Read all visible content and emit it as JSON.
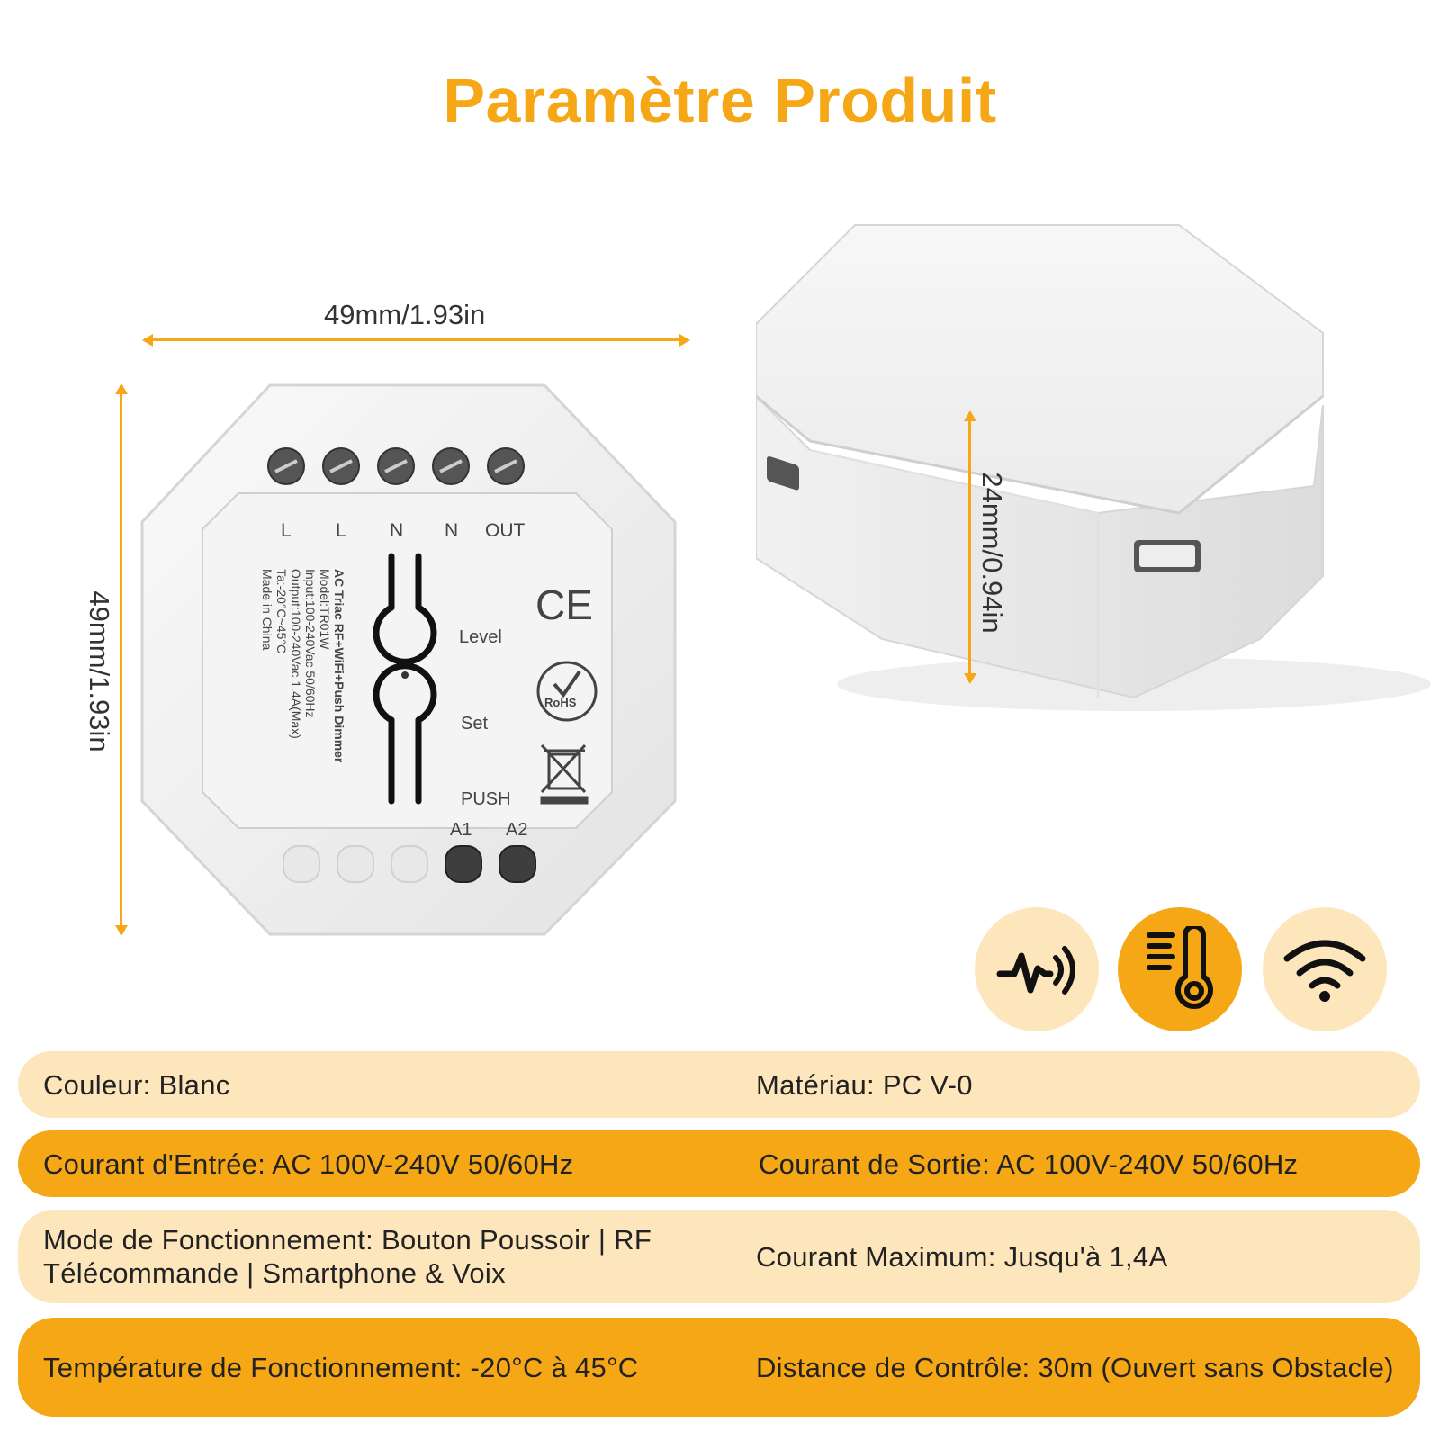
{
  "title": "Paramètre Produit",
  "dimensions": {
    "width": "49mm/1.93in",
    "height": "49mm/1.93in",
    "depth": "24mm/0.94in"
  },
  "device_face": {
    "terminals_top": [
      "L",
      "L",
      "N",
      "N",
      "OUT"
    ],
    "terminals_bottom": [
      "A1",
      "A2"
    ],
    "button_labels": [
      "Level",
      "Set",
      "PUSH"
    ],
    "ce_mark": "CE",
    "rohs_mark": "RoHS",
    "info_lines": [
      "AC Triac RF+WiFi+Push Dimmer",
      "Model:TR01W",
      "Input:100-240Vac 50/60Hz",
      "Output:100-240Vac 1.4A(Max)",
      "Ta:-20°C~45°C",
      "Made in China"
    ]
  },
  "icons": [
    {
      "name": "signal-wave-icon",
      "active": false
    },
    {
      "name": "thermometer-icon",
      "active": true
    },
    {
      "name": "wifi-icon",
      "active": false
    }
  ],
  "colors": {
    "accent": "#f6a715",
    "accent_light": "#fde6bc"
  },
  "specs": [
    {
      "left": "Couleur: Blanc",
      "right": "Matériau: PC V-0",
      "style": "light"
    },
    {
      "left": "Courant d'Entrée: AC 100V-240V 50/60Hz",
      "right": "Courant de Sortie: AC 100V-240V 50/60Hz",
      "style": "dark"
    },
    {
      "left": "Mode de Fonctionnement: Bouton Poussoir | RF Télécommande | Smartphone & Voix",
      "right": "Courant Maximum: Jusqu'à 1,4A",
      "style": "light"
    },
    {
      "left": "Température de Fonctionnement: -20°C à 45°C",
      "right": "Distance de Contrôle: 30m (Ouvert sans Obstacle)",
      "style": "dark"
    }
  ]
}
